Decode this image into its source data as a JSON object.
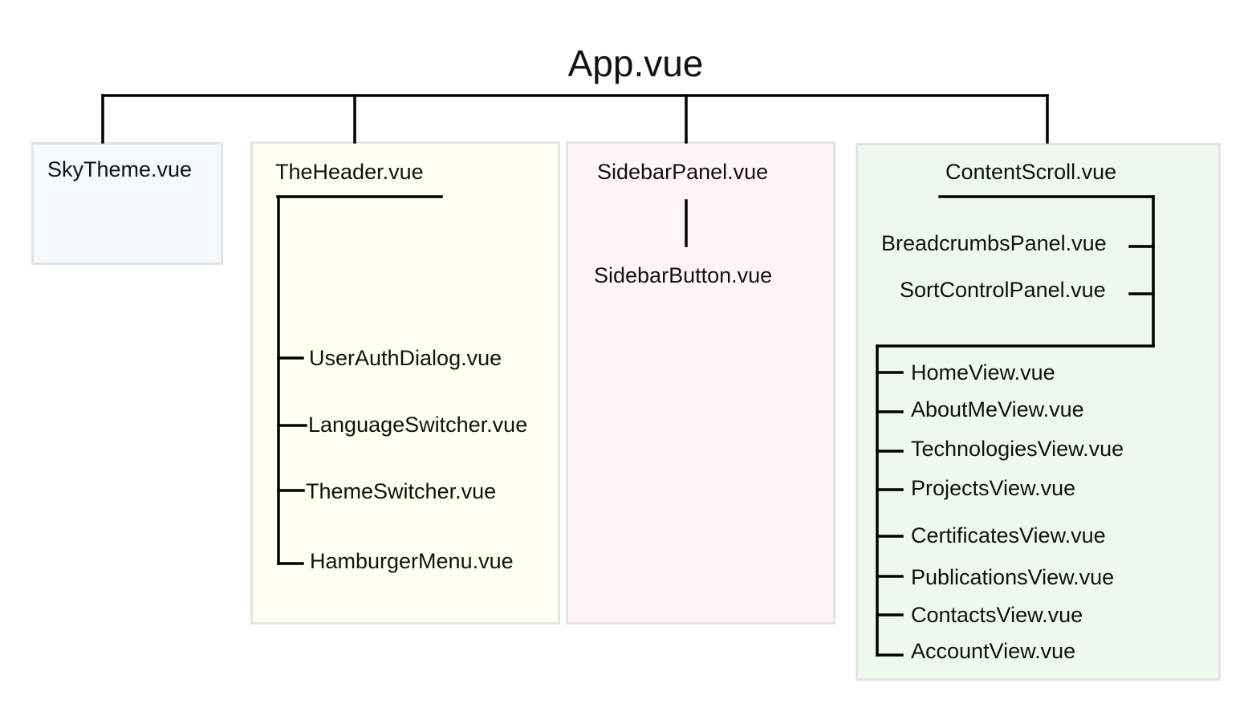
{
  "colors": {
    "sky_box": "#f3f9fe",
    "header_box": "#fefff0",
    "sidebar_box": "#fff5f8",
    "content_box": "#eef8ef",
    "border": "#e4e4e4",
    "lines": "#000000"
  },
  "root": {
    "label": "App.vue"
  },
  "sky_theme": {
    "label": "SkyTheme.vue"
  },
  "header": {
    "label": "TheHeader.vue",
    "children": [
      "UserAuthDialog.vue",
      "LanguageSwitcher.vue",
      "ThemeSwitcher.vue",
      "HamburgerMenu.vue"
    ]
  },
  "sidebar": {
    "label": "SidebarPanel.vue",
    "children": [
      "SidebarButton.vue"
    ]
  },
  "content": {
    "label": "ContentScroll.vue",
    "panels": [
      "BreadcrumbsPanel.vue",
      "SortControlPanel.vue"
    ],
    "views": [
      "HomeView.vue",
      "AboutMeView.vue",
      "TechnologiesView.vue",
      "ProjectsView.vue",
      "CertificatesView.vue",
      "PublicationsView.vue",
      "ContactsView.vue",
      "AccountView.vue"
    ]
  }
}
